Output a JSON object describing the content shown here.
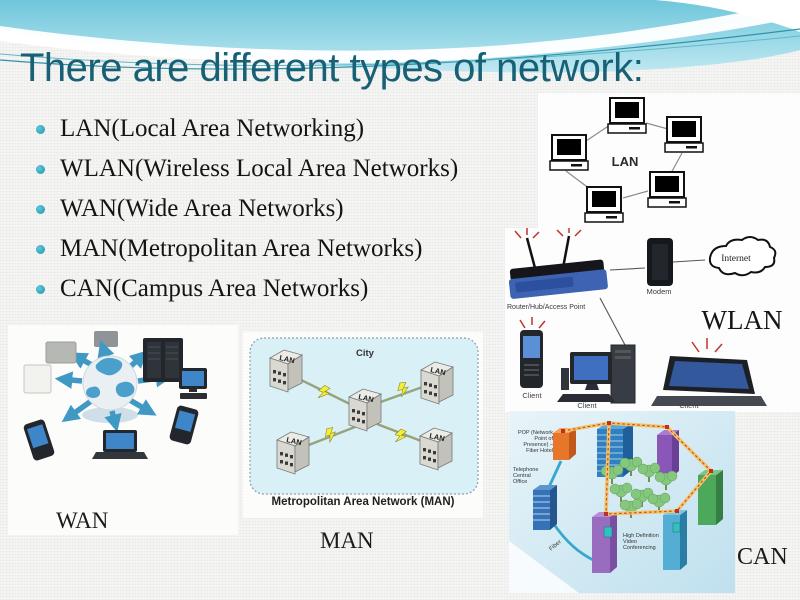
{
  "slide": {
    "title": "There are different types of network:",
    "bullets": [
      "LAN(Local Area Networking)",
      "WLAN(Wireless Local Area Networks)",
      "WAN(Wide Area Networks)",
      "MAN(Metropolitan Area Networks)",
      "CAN(Campus Area Networks)"
    ]
  },
  "lan_diagram": {
    "label": "LAN"
  },
  "wlan_diagram": {
    "title": "WLAN",
    "router_label": "Router/Hub/Access Point",
    "modem_label": "Modem",
    "internet_label": "Internet",
    "clients": [
      "Client",
      "Client",
      "Client"
    ]
  },
  "wan_image": {
    "caption": "WAN"
  },
  "man_diagram": {
    "city": "City",
    "building_label": "LAN",
    "footer": "Metropolitan Area Network (MAN)",
    "caption": "MAN"
  },
  "can_image": {
    "caption": "CAN",
    "pop_label": "POP (Network Point of Presence) – Fiber Hotel",
    "telco_label": "Telephone Central Office",
    "fiber_label": "Fiber",
    "hd_label": "High Definition Video Conferencing"
  },
  "colors": {
    "title_teal": "#176076",
    "bullet_teal": "#2ea9c2",
    "header_blue": "#7ccede",
    "router_blue": "#3d63b2",
    "wan_arrow_blue": "#4099c4",
    "man_panel_cyan": "#d8f0f6",
    "bolt_yellow": "#f6ee35",
    "fiber_orange": "#f2c46a",
    "fiber_dash_red": "#d04a28",
    "fiber_cyan": "#35a8cc",
    "signal_red": "#c23326"
  }
}
